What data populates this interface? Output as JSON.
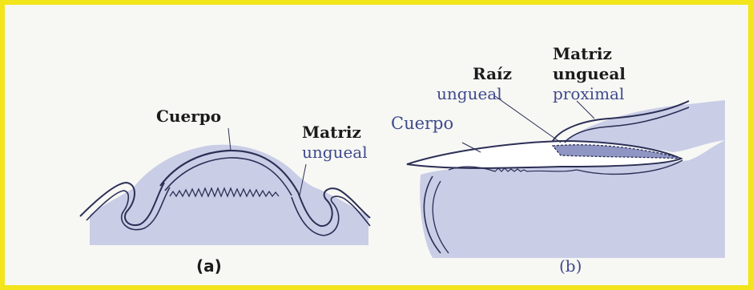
{
  "panel_a": {
    "label": "(a)",
    "cuerpo": "Cuerpo",
    "matriz_line1": "Matriz",
    "matriz_line2": "ungueal"
  },
  "panel_b": {
    "label": "(b)",
    "cuerpo": "Cuerpo",
    "raiz_line1": "Raíz",
    "raiz_line2": "ungueal",
    "matriz_line1": "Matriz",
    "matriz_line2": "ungueal",
    "matriz_line3": "proximal"
  },
  "colors": {
    "border": "#f2e51c",
    "tissue": "#c9cde6",
    "outline": "#2b2f55",
    "blue_text": "#3f4a8c"
  }
}
